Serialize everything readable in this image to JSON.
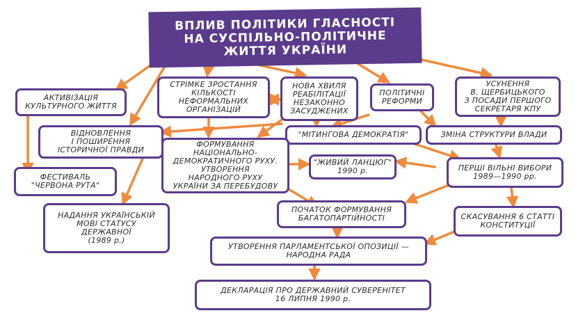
{
  "title": "ВПЛИВ ПОЛІТИКИ ГЛАСНОСТІ\nНА СУСПІЛЬНО-ПОЛІТИЧНЕ\nЖИТТЯ УКРАЇНИ",
  "colors": {
    "box_border": "#5b3b8c",
    "title_bg": "#5b3b8c",
    "arrow": "#f08a3c",
    "text": "#2b2b2b"
  },
  "nodes": {
    "activization": "АКТИВІЗАЦІЯ\nКУЛЬТУРНОГО ЖИТТЯ",
    "informal_orgs": "СТРІМКЕ ЗРОСТАННЯ\nКІЛЬКОСТІ\nНЕФОРМАЛЬНИХ\nОРГАНІЗАЦІЙ",
    "rehabilitation": "НОВА ХВИЛЯ\nРЕАБІЛІТАЦІЇ\nНЕЗАКОННО\nЗАСУДЖЕНИХ",
    "political_reforms": "ПОЛІТИЧНІ\nРЕФОРМИ",
    "shcherbytsky": "УСУНЕННЯ\nВ. ЩЕРБИЦЬКОГО\nЗ ПОСАДИ ПЕРШОГО\nСЕКРЕТАРЯ КПУ",
    "historical_truth": "ВІДНОВЛЕННЯ\nІ ПОШИРЕННЯ\nІСТОРИЧНОЇ ПРАВДИ",
    "rally_democracy": "\"МІТИНГОВА ДЕМОКРАТІЯ\"",
    "power_structure": "ЗМІНА СТРУКТУРИ ВЛАДИ",
    "national_movement": "ФОРМУВАННЯ\nНАЦІОНАЛЬНО-\nДЕМОКРАТИЧНОГО РУХУ.\nУТВОРЕННЯ\nНАРОДНОГО РУХУ\nУКРАЇНИ ЗА ПЕРЕБУДОВУ",
    "chervona_ruta": "ФЕСТИВАЛЬ\n\"ЧЕРВОНА РУТА\"",
    "living_chain": "\"ЖИВИЙ ЛАНЦЮГ\"\n1990 р.",
    "free_elections": "ПЕРШІ ВІЛЬНІ ВИБОРИ\n1989—1990 рр.",
    "ukrainian_language": "НАДАННЯ УКРАЇНСЬКІЙ\nМОВІ СТАТУСУ\nДЕРЖАВНОЇ\n(1989 р.)",
    "multiparty": "ПОЧАТОК ФОРМУВАННЯ\nБАГАТОПАРТІЙНОСТІ",
    "article_6": "СКАСУВАННЯ 6 СТАТТІ\nКОНСТИТУЦІЇ",
    "opposition": "УТВОРЕННЯ ПАРЛАМЕНТСЬКОЇ ОПОЗИЦІЇ —\nНАРОДНА РАДА",
    "sovereignty": "ДЕКЛАРАЦІЯ ПРО ДЕРЖАВНИЙ СУВЕРЕНІТЕТ\n16 ЛИПНЯ 1990 р."
  }
}
